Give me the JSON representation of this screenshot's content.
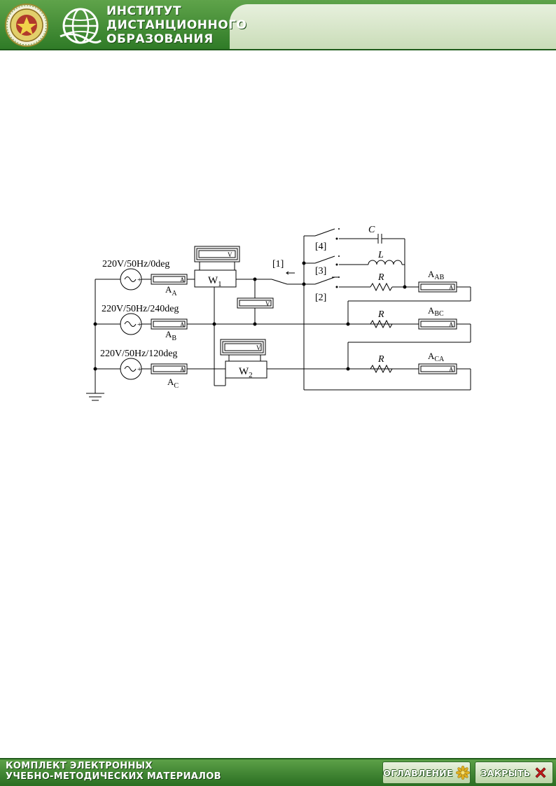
{
  "header": {
    "title_lines": [
      "ИНСТИТУТ",
      "ДИСТАНЦИОННОГО",
      "ОБРАЗОВАНИЯ"
    ],
    "emblem_icon": "university-emblem-icon",
    "logo_icon": "globe-logo-icon"
  },
  "footer": {
    "kit_lines": [
      "КОМПЛЕКТ ЭЛЕКТРОННЫХ",
      "УЧЕБНО-МЕТОДИЧЕСКИХ МАТЕРИАЛОВ"
    ],
    "toc_label": "ОГЛАВЛЕНИЕ",
    "toc_icon": "star-flower-icon",
    "close_label": "ЗАКРЫТЬ",
    "close_icon": "red-x-icon"
  },
  "colors": {
    "header_green": "#3f8f35",
    "panel_light": "#dbe8cf",
    "close_red": "#c61b1b"
  },
  "schematic": {
    "sources": [
      "220V/50Hz/0deg",
      "220V/50Hz/240deg",
      "220V/50Hz/120deg"
    ],
    "ammeters": {
      "a": {
        "base": "A",
        "sub": "A"
      },
      "b": {
        "base": "A",
        "sub": "B"
      },
      "c": {
        "base": "A",
        "sub": "C"
      },
      "ab": {
        "base": "A",
        "sub": "AB"
      },
      "bc": {
        "base": "A",
        "sub": "BC"
      },
      "ca": {
        "base": "A",
        "sub": "CA"
      }
    },
    "meter_letter_a": "A",
    "meter_letter_v": "V",
    "wattmeters": {
      "w1": {
        "base": "W",
        "sub": "1"
      },
      "w2": {
        "base": "W",
        "sub": "2"
      }
    },
    "plus": "+",
    "switch_labels": [
      "[1]",
      "[2]",
      "[3]",
      "[4]"
    ],
    "components": {
      "c": "C",
      "l": "L",
      "r": "R"
    }
  }
}
